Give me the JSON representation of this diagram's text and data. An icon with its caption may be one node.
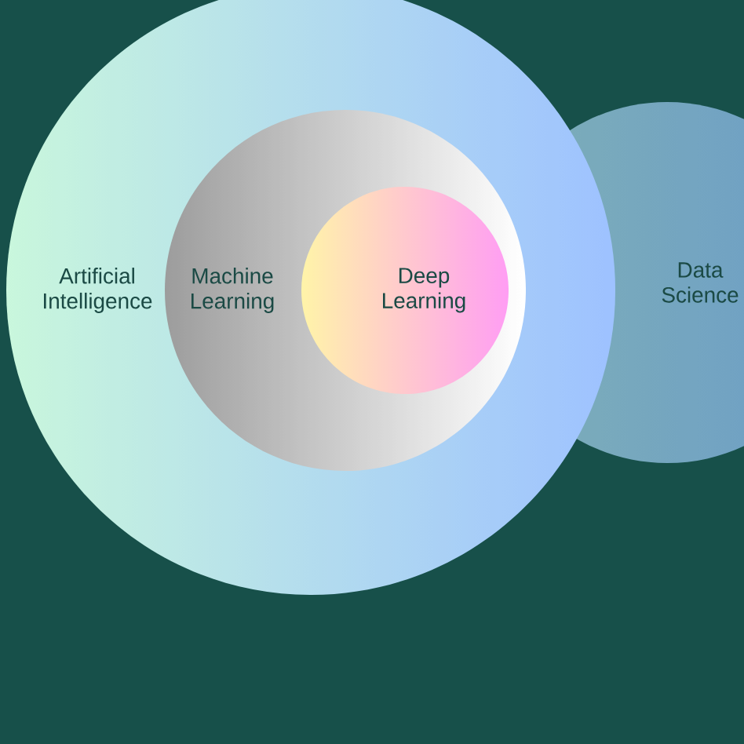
{
  "diagram": {
    "nodes": [
      {
        "text": [
          "Artificial Intelligence"
        ]
      },
      {
        "text": [
          "Machine Learning"
        ],
        "in": 0
      },
      {
        "text": [
          "Deep Learning"
        ],
        "in": 1
      },
      {
        "text": [
          "Data Science"
        ]
      }
    ]
  }
}
